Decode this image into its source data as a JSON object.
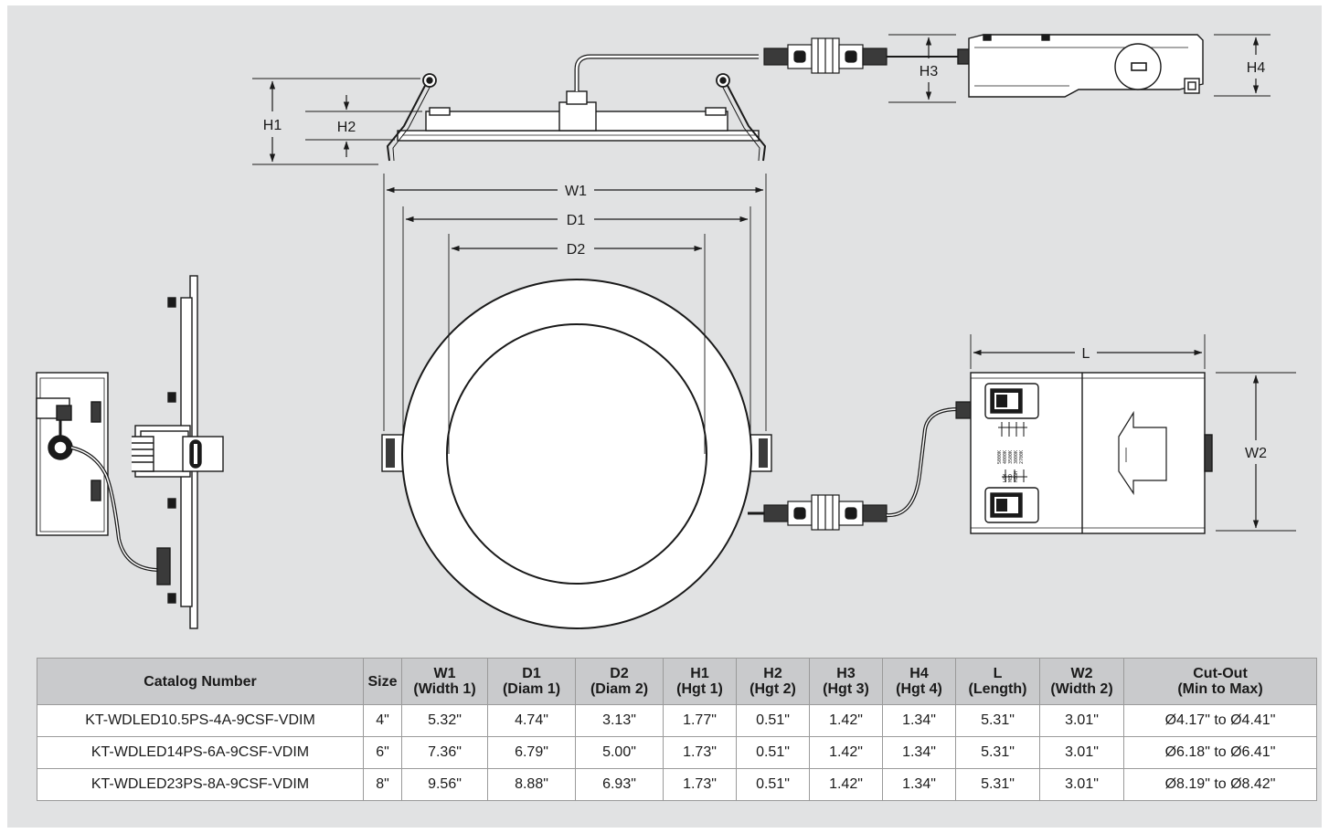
{
  "dimension_labels": {
    "w1": "W1",
    "d1": "D1",
    "d2": "D2",
    "h1": "H1",
    "h2": "H2",
    "h3": "H3",
    "h4": "H4",
    "l": "L",
    "w2": "W2"
  },
  "driver_label": {
    "cct_values": [
      "5000K",
      "4000K",
      "3500K",
      "3000K",
      "2700K"
    ],
    "dim_values": [
      "LOW",
      "MED",
      "HIGH"
    ]
  },
  "table": {
    "headers": [
      {
        "main": "Catalog Number",
        "sub": ""
      },
      {
        "main": "Size",
        "sub": ""
      },
      {
        "main": "W1",
        "sub": "(Width 1)"
      },
      {
        "main": "D1",
        "sub": "(Diam 1)"
      },
      {
        "main": "D2",
        "sub": "(Diam 2)"
      },
      {
        "main": "H1",
        "sub": "(Hgt 1)"
      },
      {
        "main": "H2",
        "sub": "(Hgt 2)"
      },
      {
        "main": "H3",
        "sub": "(Hgt 3)"
      },
      {
        "main": "H4",
        "sub": "(Hgt 4)"
      },
      {
        "main": "L",
        "sub": "(Length)"
      },
      {
        "main": "W2",
        "sub": "(Width 2)"
      },
      {
        "main": "Cut-Out",
        "sub": "(Min to Max)"
      }
    ],
    "rows": [
      [
        "KT-WDLED10.5PS-4A-9CSF-VDIM",
        "4\"",
        "5.32\"",
        "4.74\"",
        "3.13\"",
        "1.77\"",
        "0.51\"",
        "1.42\"",
        "1.34\"",
        "5.31\"",
        "3.01\"",
        "Ø4.17\" to Ø4.41\""
      ],
      [
        "KT-WDLED14PS-6A-9CSF-VDIM",
        "6\"",
        "7.36\"",
        "6.79\"",
        "5.00\"",
        "1.73\"",
        "0.51\"",
        "1.42\"",
        "1.34\"",
        "5.31\"",
        "3.01\"",
        "Ø6.18\" to Ø6.41\""
      ],
      [
        "KT-WDLED23PS-8A-9CSF-VDIM",
        "8\"",
        "9.56\"",
        "8.88\"",
        "6.93\"",
        "1.73\"",
        "0.51\"",
        "1.42\"",
        "1.34\"",
        "5.31\"",
        "3.01\"",
        "Ø8.19\" to Ø8.42\""
      ]
    ]
  },
  "colors": {
    "panel_bg": "#e1e2e3",
    "header_bg": "#c9cacc",
    "line": "#1a1a1a"
  }
}
